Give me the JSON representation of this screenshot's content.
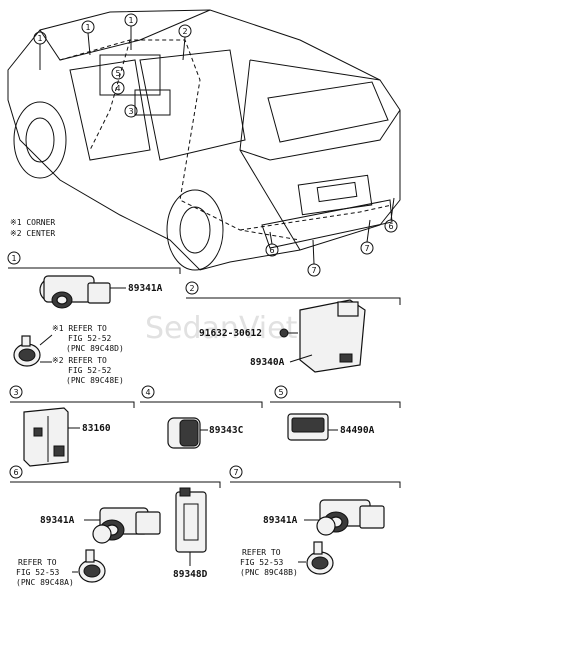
{
  "car_callouts": [
    "1",
    "1",
    "1",
    "2",
    "3",
    "4",
    "5",
    "6",
    "7",
    "6",
    "7"
  ],
  "legend": {
    "corner": "※1 CORNER",
    "center": "※2 CENTER"
  },
  "sections": {
    "s1": {
      "num": "1",
      "part": "89341A",
      "ref1": [
        "※1 REFER TO",
        "FIG 52-52",
        "(PNC 89C48D)"
      ],
      "ref2": [
        "※2 REFER TO",
        "FIG 52-52",
        "(PNC 89C48E)"
      ]
    },
    "s2": {
      "num": "2",
      "bolt": "91632-30612",
      "part": "89340A"
    },
    "s3": {
      "num": "3",
      "part": "83160"
    },
    "s4": {
      "num": "4",
      "part": "89343C"
    },
    "s5": {
      "num": "5",
      "part": "84490A"
    },
    "s6": {
      "num": "6",
      "part1": "89341A",
      "part2": "89348D",
      "ref": [
        "REFER TO",
        "FIG 52-53",
        "(PNC 89C48A)"
      ]
    },
    "s7": {
      "num": "7",
      "part": "89341A",
      "ref": [
        "REFER TO",
        "FIG 52-53",
        "(PNC 89C48B)"
      ]
    }
  },
  "watermark": "SedanViet.vn"
}
